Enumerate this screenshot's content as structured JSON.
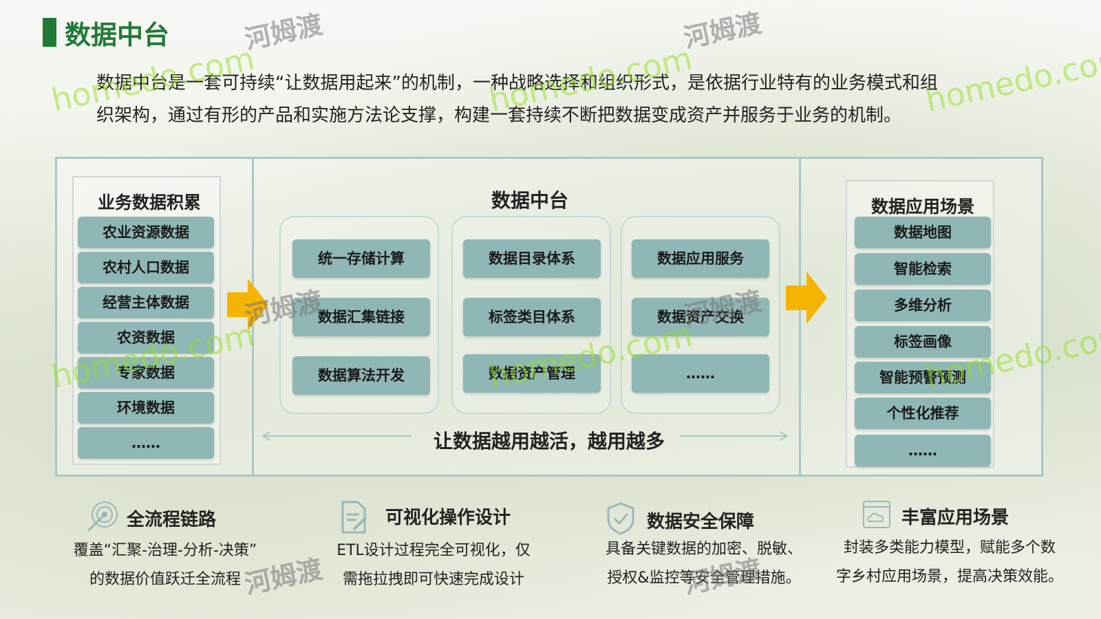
{
  "page": {
    "title": "数据中台",
    "intro_line1": "数据中台是一套可持续“让数据用起来”的机制，一种战略选择和组织形式，是依据行业特有的业务模式和组",
    "intro_line2": "织架构，通过有形的产品和实施方法论支撑，构建一套持续不断把数据变成资产并服务于业务的机制。"
  },
  "left": {
    "title": "业务数据积累",
    "items": [
      "农业资源数据",
      "农村人口数据",
      "经营主体数据",
      "农资数据",
      "专家数据",
      "环境数据",
      "……"
    ]
  },
  "center": {
    "title": "数据中台",
    "col1": [
      "统一存储计算",
      "数据汇集链接",
      "数据算法开发"
    ],
    "col2": [
      "数据目录体系",
      "标签类目体系",
      "数据资产管理"
    ],
    "col3": [
      "数据应用服务",
      "数据资产交换",
      "……"
    ],
    "slogan": "让数据越用越活，越用越多"
  },
  "right": {
    "title": "数据应用场景",
    "items": [
      "数据地图",
      "智能检索",
      "多维分析",
      "标签画像",
      "智能预警预测",
      "个性化推荐",
      "……"
    ]
  },
  "features": [
    {
      "icon": "target-icon",
      "title": "全流程链路",
      "line1": "覆盖“汇聚-治理-分析-决策”",
      "line2": "的数据价值跃迁全流程"
    },
    {
      "icon": "document-edit-icon",
      "title": "可视化操作设计",
      "line1": "ETL设计过程完全可视化，仅",
      "line2": "需拖拉拽即可快速完成设计"
    },
    {
      "icon": "shield-icon",
      "title": "数据安全保障",
      "line1": "具备关键数据的加密、脱敏、",
      "line2": "授权&监控等安全管理措施。"
    },
    {
      "icon": "cloud-window-icon",
      "title": "丰富应用场景",
      "line1": "封装多类能力模型，赋能多个数",
      "line2": "字乡村应用场景，提高决策效能。"
    }
  ],
  "watermark": {
    "latin": "homedo.com",
    "cn": "河姆渡"
  },
  "colors": {
    "accent": "#1f7a36",
    "pill": "#8fb7b5",
    "frame": "#a8c7c7",
    "arrow": "#f5b400"
  }
}
